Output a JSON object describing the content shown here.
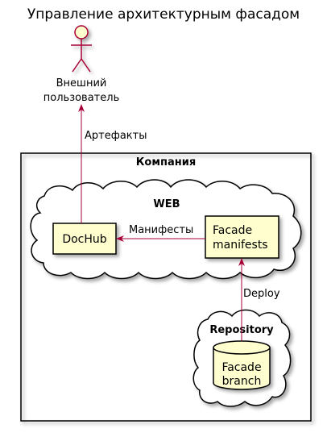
{
  "title": "Управление архитектурным фасадом",
  "actor": {
    "label_line1": "Внешний",
    "label_line2": "пользователь"
  },
  "company": {
    "label": "Компания"
  },
  "web_cloud": {
    "label": "WEB"
  },
  "repository_cloud": {
    "label": "Repository"
  },
  "dochub": {
    "label": "DocHub"
  },
  "facade_manifests": {
    "label_line1": "Facade",
    "label_line2": "manifests"
  },
  "facade_branch": {
    "label_line1": "Facade",
    "label_line2": "branch"
  },
  "edges": {
    "artifacts": "Артефакты",
    "manifests": "Манифесты",
    "deploy": "Deploy"
  },
  "colors": {
    "element_fill": "#FEFECE",
    "arrow": "#A80036",
    "border": "#000000"
  }
}
